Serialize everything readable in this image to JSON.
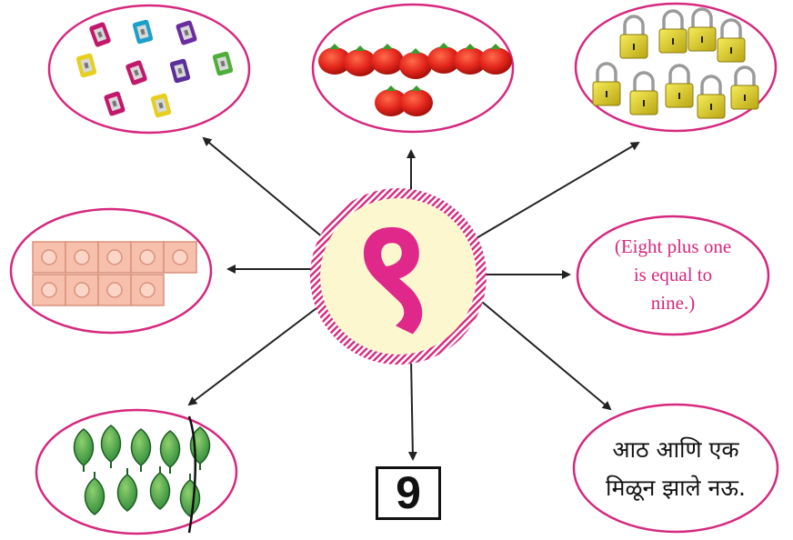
{
  "center": {
    "numeral": "९",
    "colors": {
      "fill": "#fdf7cf",
      "ring": "#d6287e",
      "numeral": "#e0278a"
    }
  },
  "counting_sets": [
    {
      "name": "sharpeners",
      "count": 9
    },
    {
      "name": "tomatoes",
      "count": 9
    },
    {
      "name": "padlocks",
      "count": 9
    },
    {
      "name": "blocks",
      "count": 9
    },
    {
      "name": "leaves",
      "count": 9
    }
  ],
  "texts": {
    "english": "(Eight plus one\nis equal to\nnine.)",
    "marathi": "आठ आणि एक\nमिळून झाले नऊ."
  },
  "digit": "9",
  "colors": {
    "oval_border": "#d6287e",
    "arrow": "#222222"
  }
}
